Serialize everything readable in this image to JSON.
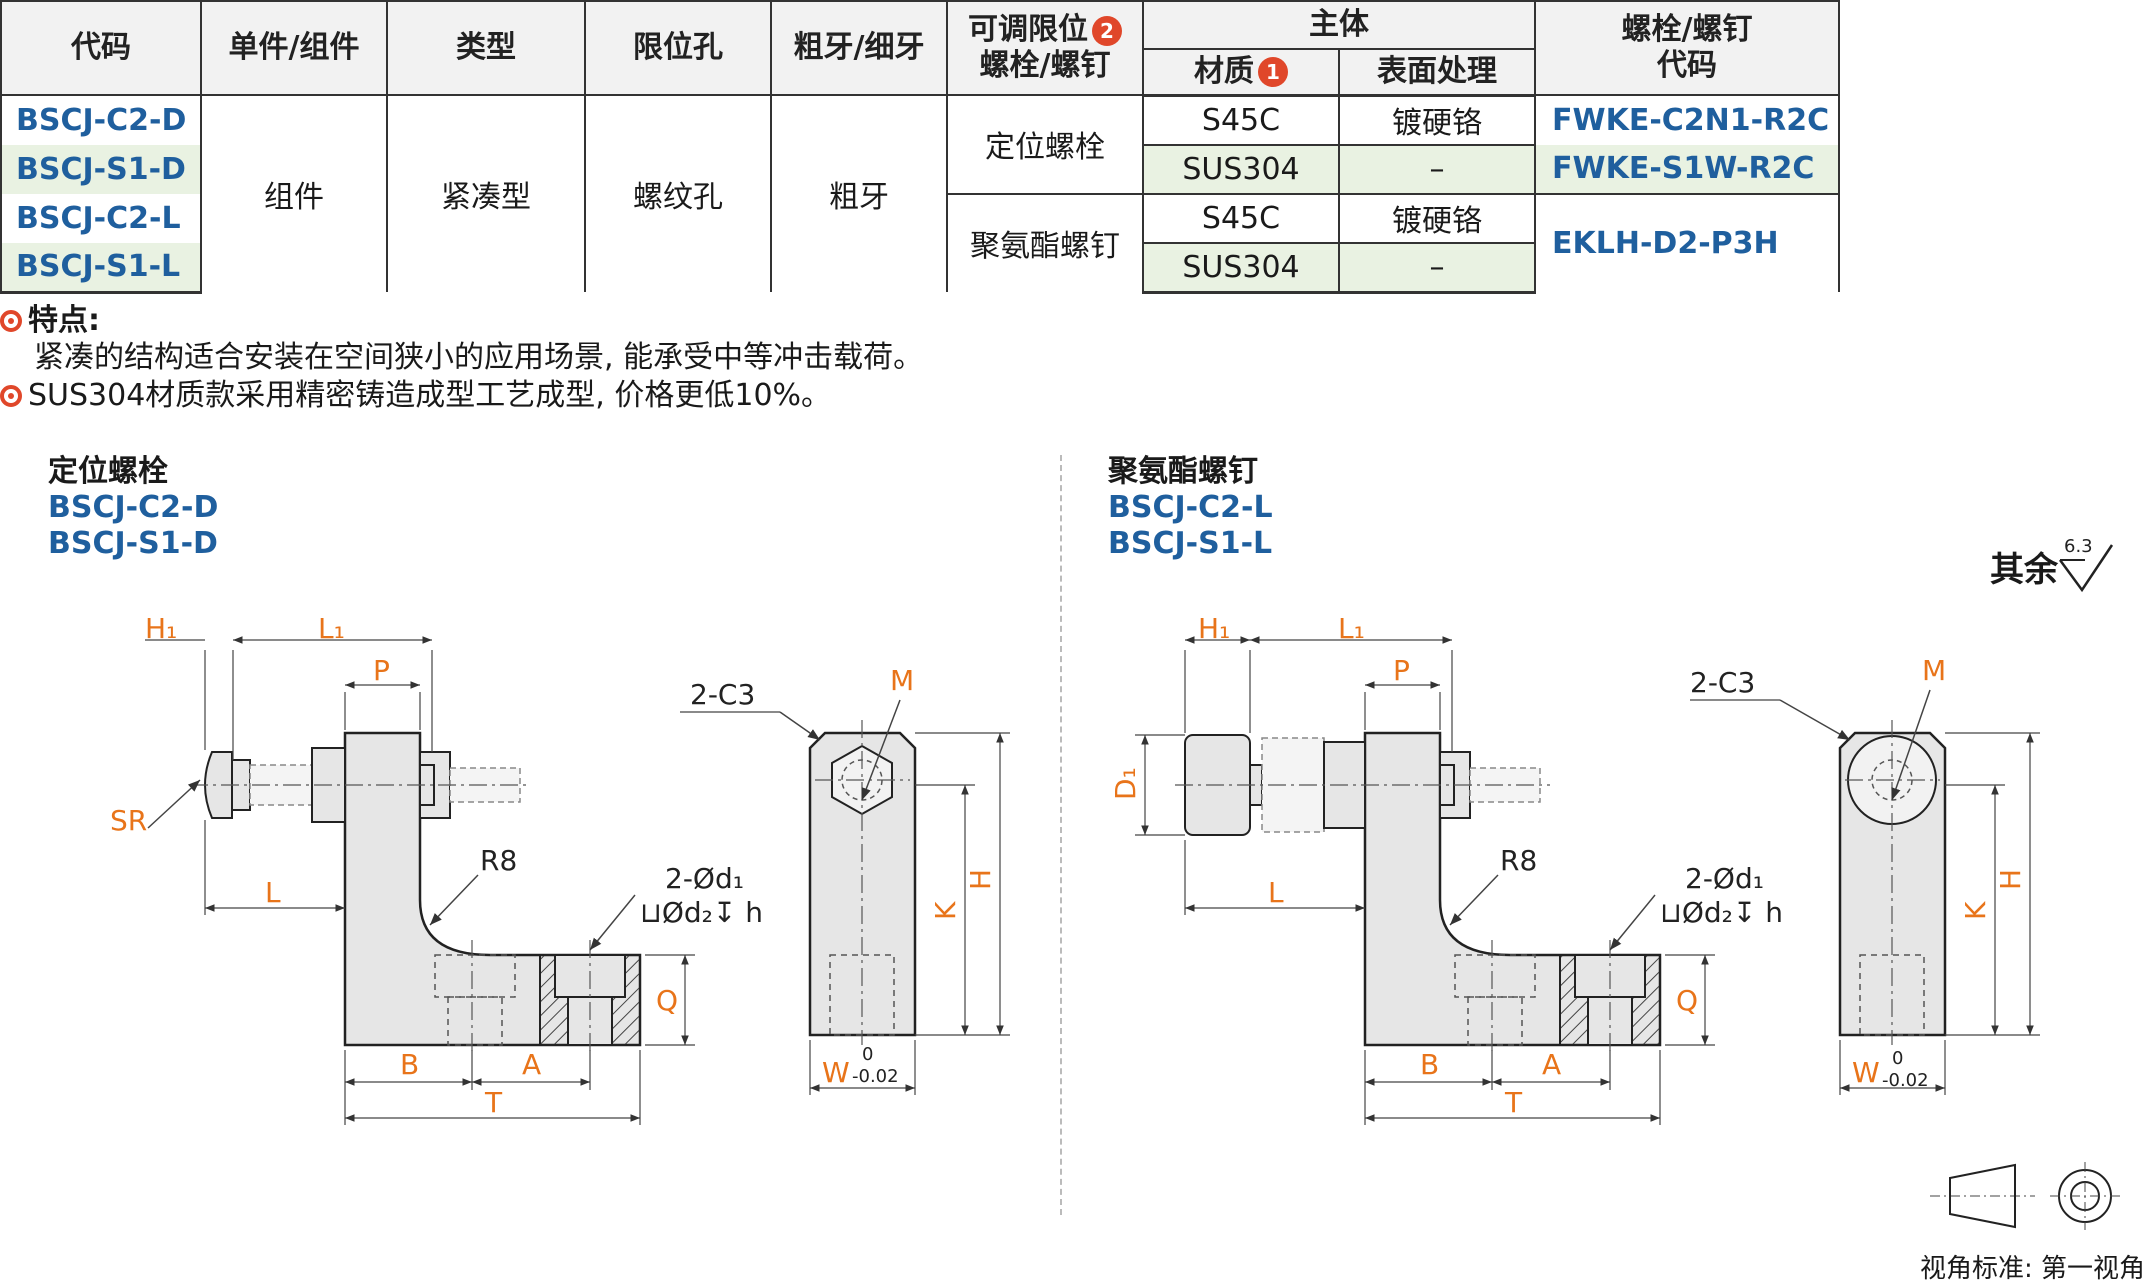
{
  "table": {
    "headers": {
      "code": "代码",
      "single": "单件/组件",
      "type": "类型",
      "hole": "限位孔",
      "thread": "粗牙/细牙",
      "adjust_line1": "可调限位",
      "adjust_line2": "螺栓/螺钉",
      "adjust_badge": "2",
      "body": "主体",
      "material": "材质",
      "material_badge": "1",
      "surface": "表面处理",
      "ref_line1": "螺栓/螺钉",
      "ref_line2": "代码"
    },
    "rows": [
      {
        "code": "BSCJ-C2-D",
        "material": "S45C",
        "surface": "镀硬铬"
      },
      {
        "code": "BSCJ-S1-D",
        "material": "SUS304",
        "surface": "–"
      },
      {
        "code": "BSCJ-C2-L",
        "material": "S45C",
        "surface": "镀硬铬"
      },
      {
        "code": "BSCJ-S1-L",
        "material": "SUS304",
        "surface": "–"
      }
    ],
    "merged": {
      "single": "组件",
      "type": "紧凑型",
      "hole": "螺纹孔",
      "thread": "粗牙",
      "adjust_a": "定位螺栓",
      "adjust_b": "聚氨酯螺钉",
      "ref_1": "FWKE-C2N1-R2C",
      "ref_2": "FWKE-S1W-R2C",
      "ref_3": "EKLH-D2-P3H"
    }
  },
  "features": {
    "heading": "特点:",
    "line1": "紧凑的结构适合安装在空间狭小的应用场景, 能承受中等冲击载荷。",
    "line2": "SUS304材质款采用精密铸造成型工艺成型, 价格更低10%。"
  },
  "drawing_left": {
    "title": "定位螺栓",
    "codes": [
      "BSCJ-C2-D",
      "BSCJ-S1-D"
    ]
  },
  "drawing_right": {
    "title": "聚氨酯螺钉",
    "codes": [
      "BSCJ-C2-L",
      "BSCJ-S1-L"
    ]
  },
  "dims": {
    "H1": "H₁",
    "L1": "L₁",
    "P": "P",
    "SR": "SR",
    "L": "L",
    "R8": "R8",
    "d1": "2-Ød₁",
    "d2": "⊔Ød₂↧ h",
    "Q": "Q",
    "B": "B",
    "A": "A",
    "T": "T",
    "C3": "2-C3",
    "M": "M",
    "K": "K",
    "H": "H",
    "W": "W",
    "W_tol_up": "0",
    "W_tol_down": "-0.02",
    "D1": "D₁"
  },
  "roughness": {
    "label": "其余",
    "value": "6.3"
  },
  "view_standard": "视角标准: 第一视角",
  "colors": {
    "accent": "#e0472a",
    "dimension": "#e8741a",
    "code": "#1f5f9e",
    "alt_row": "#e9f2e2"
  }
}
